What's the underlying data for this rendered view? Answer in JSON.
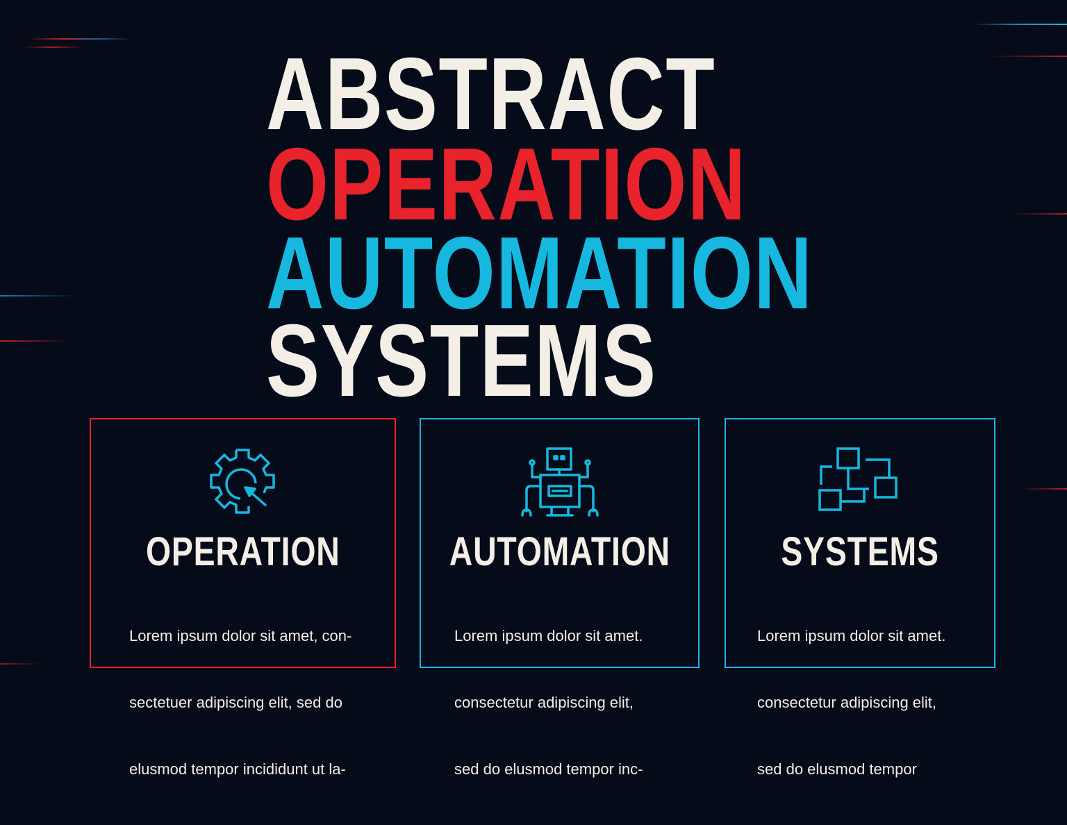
{
  "colors": {
    "background": "#050b18",
    "cream": "#f3efe6",
    "red": "#e8232b",
    "cyan": "#16b8e0"
  },
  "headline": [
    "ABSTRACT",
    "OPERATION",
    "AUTOMATION",
    "SYSTEMS"
  ],
  "cards": [
    {
      "title": "OPERATION",
      "icon": "gear-refresh-icon",
      "lines": [
        "Lorem ipsum dolor sit amet, con-",
        "sectetuer adipiscing elit, sed do",
        "elusmod tempor incididunt ut la-"
      ]
    },
    {
      "title": "AUTOMATION",
      "icon": "robot-icon",
      "lines": [
        "Lorem ipsum dolor sit amet.",
        "consectetur adipiscing elit,",
        "sed do elusmod tempor inc-"
      ]
    },
    {
      "title": "SYSTEMS",
      "icon": "network-blocks-icon",
      "lines": [
        "Lorem ipsum dolor sit amet.",
        "consectetur adipiscing elit,",
        "sed do elusmod tempor"
      ]
    }
  ]
}
